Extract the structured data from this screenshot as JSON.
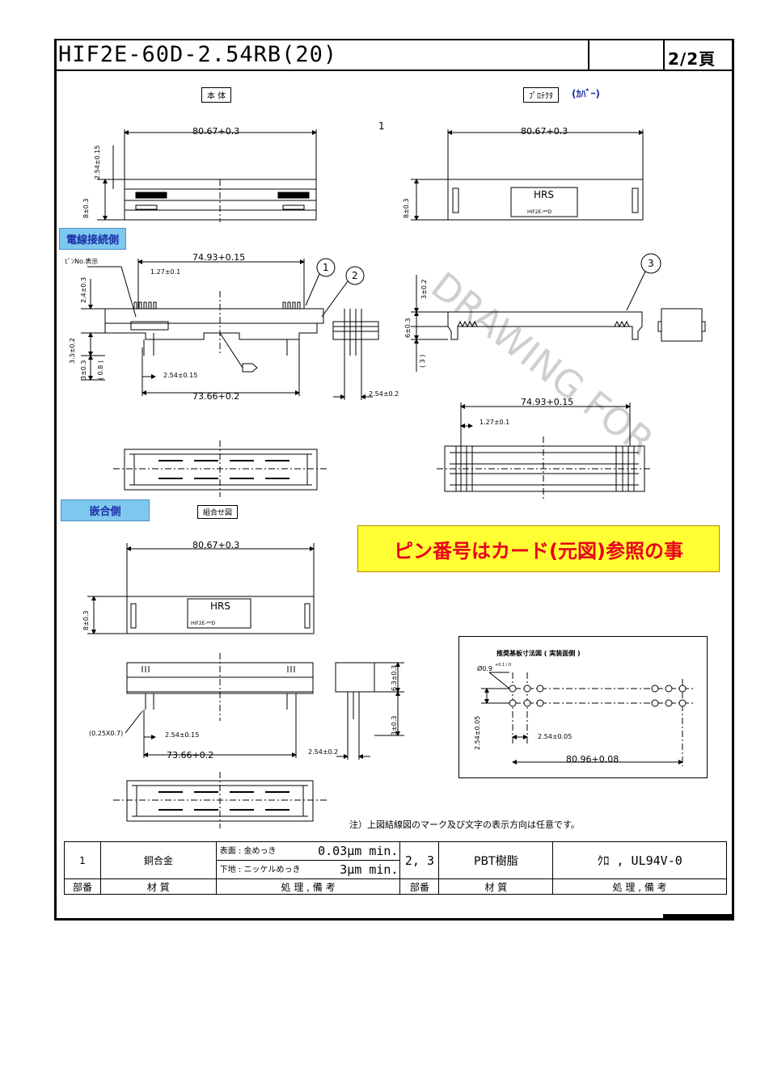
{
  "header": {
    "title": "HIF2E-60D-2.54RB(20)",
    "page": "2/2頁"
  },
  "views": {
    "main_body_label": "本 体",
    "protector_label": "ﾌﾟﾛﾃｸﾀ",
    "protector_cover": "(ｶﾊﾞｰ)",
    "wire_side_label": "電線接続側",
    "mating_side_label": "嵌合側",
    "assembly_label": "組合せ図",
    "pcb_title": "推奨基板寸法図 ( 実装面側 )",
    "watermark": "DRAWING FOR"
  },
  "dimensions": {
    "width_main": "80.67+0.3",
    "width_protector": "80.67+0.3",
    "width_mating": "80.67+0.3",
    "pitch_span_wire": "74.93+0.15",
    "pitch_span_protector": "74.93+0.15",
    "pin_span_wire": "73.66+0.2",
    "pin_span_mating": "73.66+0.2",
    "pitch": "1.27±0.1",
    "pitch_protector": "1.27±0.1",
    "row_pitch": "2.54±0.15",
    "row_pitch_mating": "2.54±0.15",
    "side_pitch": "2.54±0.2",
    "side_pitch_mating": "2.54±0.2",
    "height_8": "8±0.3",
    "height_8_protector": "8±0.3",
    "height_8_mating": "8±0.3",
    "height_254": "2.54±0.15",
    "height_24": "2.4±0.3",
    "height_33": "3.3±0.2",
    "height_3": "3±0.3",
    "height_08": "( 0.8 )",
    "height_32": "3±0.2",
    "height_6": "6±0.3",
    "height_3p": "( 3 )",
    "height_63": "6.3±0.3",
    "height_3m": "3±0.3",
    "chamfer": "(0.25X0.7)",
    "pin_no": "ﾋﾟﾝNo.表示",
    "pcb_hole": "Ø0.9",
    "pcb_hole_tol": "+0.1 / 0",
    "pcb_row": "2.54±0.05",
    "pcb_pitch": "2.54±0.05",
    "pcb_span": "80.96+0.08",
    "logo": "HRS",
    "logo_part": "HIF2E-**D",
    "logo_mating": "HRS",
    "logo_part_mating": "HIF2E-**D",
    "balloon1": "1",
    "balloon2": "2",
    "balloon3": "3"
  },
  "banner": "ピン番号はカード(元図)参照の事",
  "note": "注）上図結線図のマーク及び文字の表示方向は任意です。",
  "parts_table": {
    "row": {
      "no1": "1",
      "material1": "銅合金",
      "finish1_a_label": "表面 : 金めっき",
      "finish1_a_value": "0.03μm min.",
      "finish1_b_label": "下地 : ニッケルめっき",
      "finish1_b_value": "3μm min.",
      "no2": "2, 3",
      "material2": "PBT樹脂",
      "finish2": "ｸﾛ , UL94V-0"
    },
    "headers": {
      "no": "部番",
      "material": "材 質",
      "finish": "処 理 , 備 考",
      "no_b": "部番",
      "material_b": "材 質",
      "finish_b": "処 理 , 備 考"
    }
  }
}
